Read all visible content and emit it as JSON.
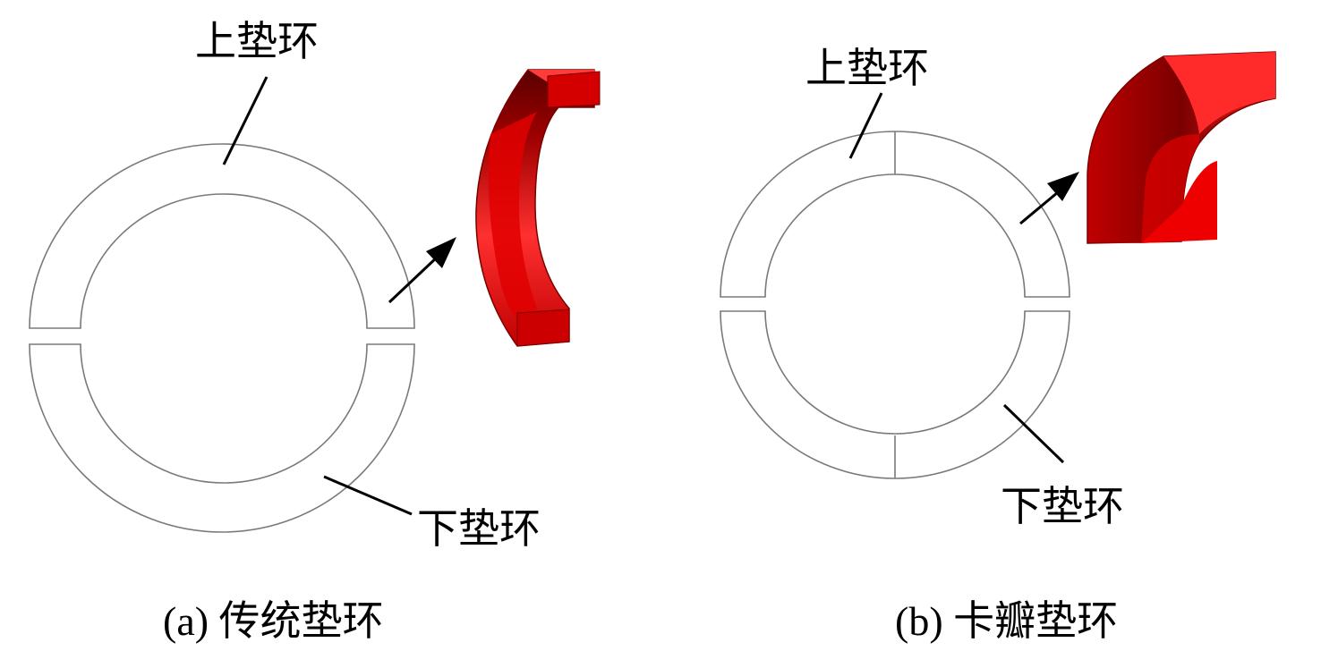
{
  "panels": [
    {
      "upper_label": "上垫环",
      "lower_label": "下垫环",
      "caption": "(a) 传统垫环"
    },
    {
      "upper_label": "上垫环",
      "lower_label": "下垫环",
      "caption": "(b) 卡瓣垫环"
    }
  ],
  "colors": {
    "red_light": "#ff2020",
    "red_mid": "#dd0000",
    "red_dark": "#6a0000",
    "outline": "#7a7a7a"
  }
}
